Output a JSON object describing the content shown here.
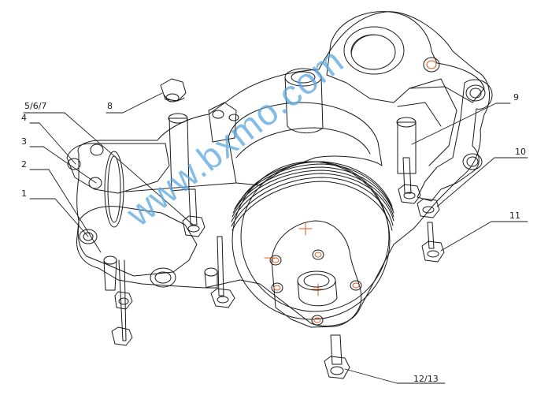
{
  "diagram": {
    "callouts": [
      {
        "id": "c1",
        "label": "1"
      },
      {
        "id": "c2",
        "label": "2"
      },
      {
        "id": "c3",
        "label": "3"
      },
      {
        "id": "c4",
        "label": "4"
      },
      {
        "id": "c567",
        "label": "5/6/7"
      },
      {
        "id": "c8",
        "label": "8"
      },
      {
        "id": "c9",
        "label": "9"
      },
      {
        "id": "c10",
        "label": "10"
      },
      {
        "id": "c11",
        "label": "11"
      },
      {
        "id": "c1213",
        "label": "12/13"
      }
    ],
    "watermark": "www.bxmo.com",
    "colors": {
      "line": "#1a1a1a",
      "hole_marker": "#e05a1e",
      "watermark": "#5aa7e0"
    }
  }
}
